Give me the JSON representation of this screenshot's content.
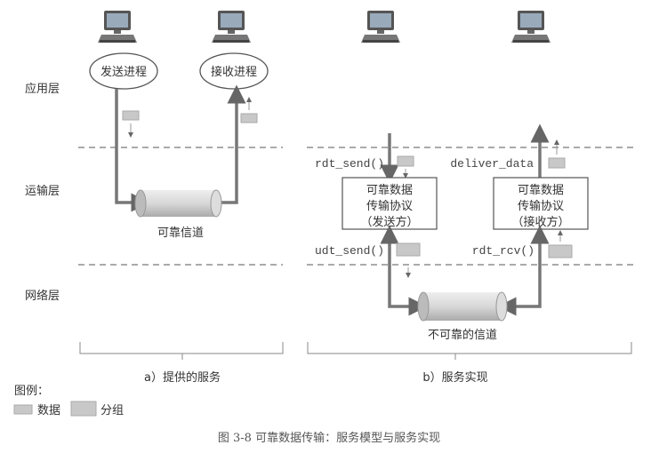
{
  "layers": {
    "application": "应用层",
    "transport": "运输层",
    "network": "网络层"
  },
  "panel_a": {
    "sender_process": "发送进程",
    "receiver_process": "接收进程",
    "channel": "可靠信道",
    "caption": "a）提供的服务"
  },
  "panel_b": {
    "rdt_send": "rdt_send()",
    "deliver_data": "deliver_data",
    "udt_send": "udt_send()",
    "rdt_rcv": "rdt_rcv()",
    "sender_box": [
      "可靠数据",
      "传输协议",
      "（发送方）"
    ],
    "receiver_box": [
      "可靠数据",
      "传输协议",
      "（接收方）"
    ],
    "channel": "不可靠的信道",
    "caption": "b）服务实现"
  },
  "legend": {
    "title": "图例：",
    "data": "数据",
    "packet": "分组"
  },
  "figure_caption": "图 3-8   可靠数据传输：服务模型与服务实现",
  "colors": {
    "arrow": "#777777",
    "data": "#c8c8c8",
    "channel": "#d0d0d0"
  }
}
